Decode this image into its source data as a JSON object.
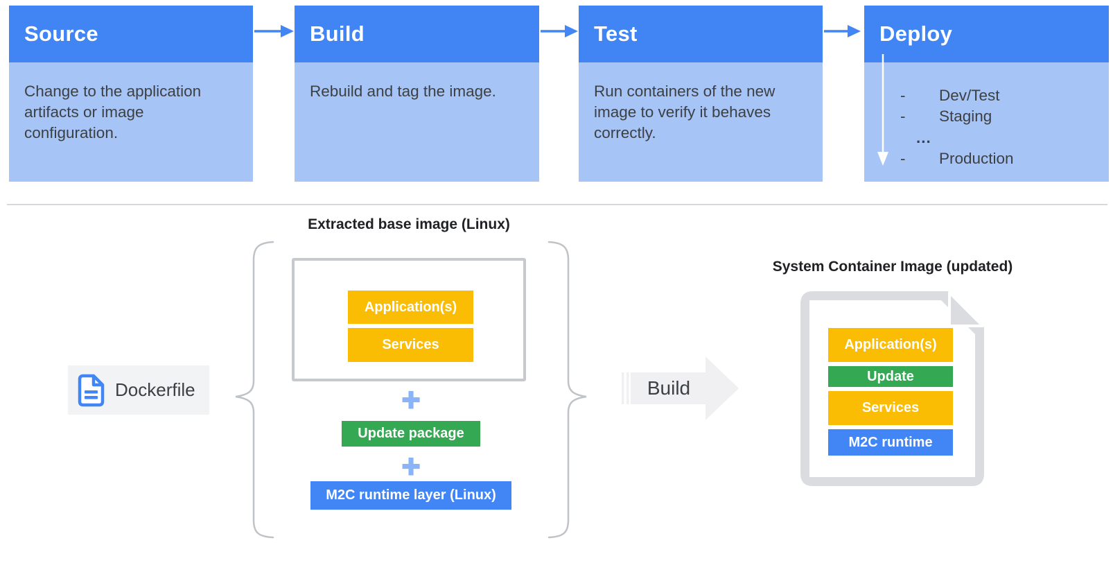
{
  "pipeline": {
    "stages": [
      {
        "id": "source",
        "title": "Source",
        "description": "Change to the application artifacts or image configuration."
      },
      {
        "id": "build",
        "title": "Build",
        "description": "Rebuild and tag the image."
      },
      {
        "id": "test",
        "title": "Test",
        "description": "Run containers of the new image to verify it behaves correctly."
      },
      {
        "id": "deploy",
        "title": "Deploy",
        "targets": [
          {
            "bullet": "-",
            "label": "Dev/Test"
          },
          {
            "bullet": "-",
            "label": "Staging"
          },
          {
            "bullet": "",
            "label": "..."
          },
          {
            "bullet": "-",
            "label": "Production"
          }
        ]
      }
    ]
  },
  "build_flow": {
    "dockerfile": {
      "label": "Dockerfile",
      "icon": "document-icon"
    },
    "extracted_base_image": {
      "label": "Extracted base image (Linux)",
      "layers": [
        {
          "label": "Application(s)",
          "color": "#FBBC04"
        },
        {
          "label": "Services",
          "color": "#FBBC04"
        }
      ]
    },
    "plus_separator": "+",
    "additions": [
      {
        "label": "Update package",
        "color": "#34A853"
      },
      {
        "label": "M2C runtime layer (Linux)",
        "color": "#4285F4"
      }
    ],
    "build_arrow": {
      "label": "Build",
      "icon": "arrow-right"
    },
    "system_container_image": {
      "label": "System Container Image (updated)",
      "layers": [
        {
          "label": "Application(s)",
          "color": "#FBBC04"
        },
        {
          "label": "Update",
          "color": "#34A853"
        },
        {
          "label": "Services",
          "color": "#FBBC04"
        },
        {
          "label": "M2C runtime",
          "color": "#4285F4"
        }
      ]
    }
  },
  "icons": {
    "pipeline_connector": "arrow-right",
    "deploy_order": "arrow-down",
    "dockerfile": "document",
    "group": "curly-brace",
    "plus": "plus"
  },
  "colors": {
    "stage_header_blue": "#4184F3",
    "stage_body_blue": "#A7C4F7",
    "connector_blue": "#4285F4",
    "plus_blue": "#8AB4F8",
    "text_dark": "#3C4043",
    "label_dark": "#202124",
    "divider_gray": "#D5D8DC",
    "brace_gray": "#BFC3C7",
    "chip_gray": "#F1F3F4",
    "document_gray_left": "#E8EAED",
    "document_gray_right": "#DADCE0",
    "frame_border_gray": "#C6C9CE",
    "build_arrow_gray": "#F0F0F2",
    "white": "#FFFFFF"
  }
}
